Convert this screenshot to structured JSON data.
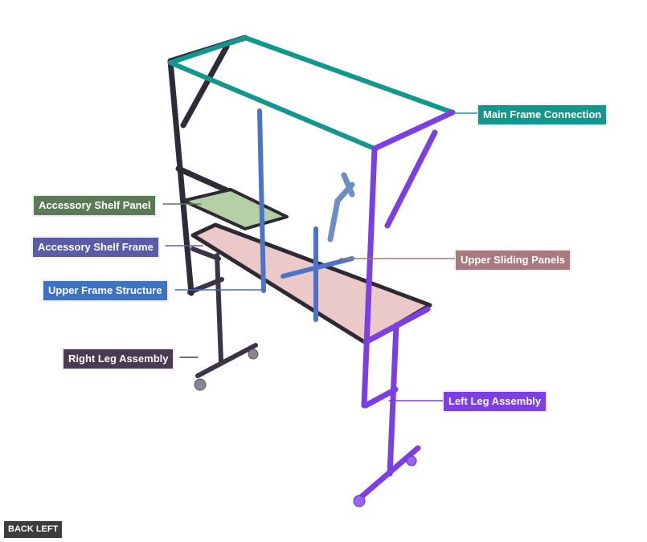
{
  "colors": {
    "main_frame": "#12978f",
    "shelf_panel": "#5c7a57",
    "shelf_frame": "#5c5ba8",
    "sliding_panels": "#a87a7f",
    "upper_frame": "#3f72c0",
    "right_leg": "#4a3a52",
    "left_leg": "#7b3fe3",
    "panel_fill": "#e7c3c5",
    "shelf_fill": "#a8c69b"
  },
  "labels": {
    "main_frame": "Main Frame Connection",
    "shelf_panel": "Accessory Shelf Panel",
    "shelf_frame": "Accessory Shelf Frame",
    "sliding_panels": "Upper Sliding Panels",
    "upper_frame": "Upper Frame Structure",
    "right_leg": "Right Leg Assembly",
    "left_leg": "Left Leg Assembly"
  },
  "view_button": "BACK LEFT"
}
